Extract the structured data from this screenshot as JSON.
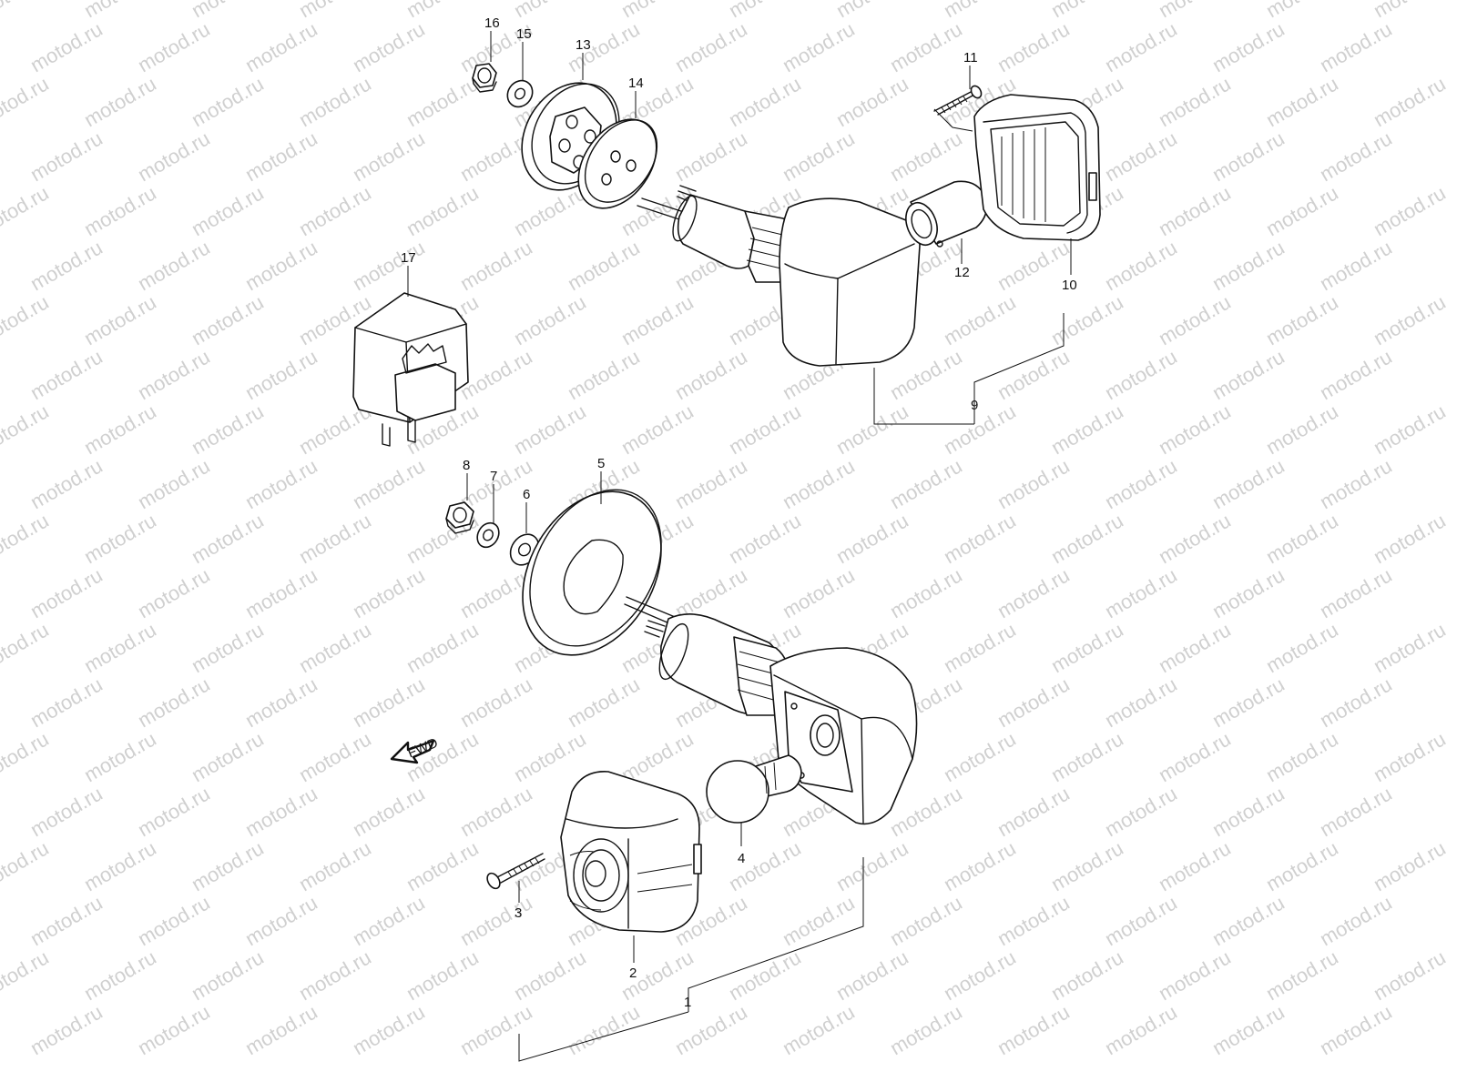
{
  "watermark": {
    "text": "motod.ru"
  },
  "direction_arrow": {
    "label": "FWD"
  },
  "callouts": [
    {
      "id": "part-16",
      "label": "16"
    },
    {
      "id": "part-15",
      "label": "15"
    },
    {
      "id": "part-13",
      "label": "13"
    },
    {
      "id": "part-14",
      "label": "14"
    },
    {
      "id": "part-11",
      "label": "11"
    },
    {
      "id": "part-17",
      "label": "17"
    },
    {
      "id": "part-12",
      "label": "12"
    },
    {
      "id": "part-10",
      "label": "10"
    },
    {
      "id": "part-9",
      "label": "9"
    },
    {
      "id": "part-8",
      "label": "8"
    },
    {
      "id": "part-7",
      "label": "7"
    },
    {
      "id": "part-6",
      "label": "6"
    },
    {
      "id": "part-5",
      "label": "5"
    },
    {
      "id": "part-4",
      "label": "4"
    },
    {
      "id": "part-3",
      "label": "3"
    },
    {
      "id": "part-2",
      "label": "2"
    },
    {
      "id": "part-1",
      "label": "1"
    }
  ]
}
